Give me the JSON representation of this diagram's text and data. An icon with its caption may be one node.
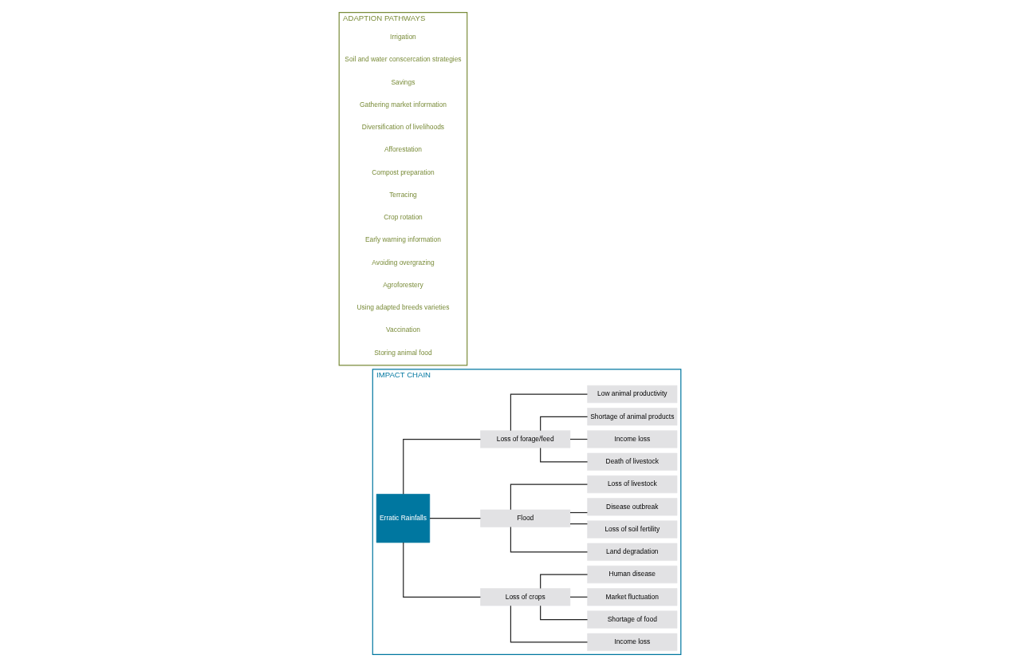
{
  "diagram": {
    "nodes": [
      {
        "text": [
          "IMPACT CHAIN"
        ]
      },
      {
        "text": [
          "Erratic Rainfalls"
        ],
        "in": 0
      },
      {
        "text": [
          "Loss of crops"
        ],
        "in": 0
      },
      {
        "text": [
          "Income loss"
        ],
        "in": 0
      },
      {
        "text": [
          "Shortage of food"
        ],
        "in": 0
      },
      {
        "text": [
          "Market fluctuation"
        ],
        "in": 0
      },
      {
        "text": [
          "Human disease"
        ],
        "in": 0
      },
      {
        "text": [
          "Flood"
        ],
        "in": 0
      },
      {
        "text": [
          "Land degradation"
        ],
        "in": 0
      },
      {
        "text": [
          "Loss of soil fertility"
        ],
        "in": 0
      },
      {
        "text": [
          "Disease outbreak"
        ],
        "in": 0
      },
      {
        "text": [
          "Loss of livestock"
        ],
        "in": 0
      },
      {
        "text": [
          "Loss of forage/feed"
        ],
        "in": 0
      },
      {
        "text": [
          "Death of livestock"
        ],
        "in": 0
      },
      {
        "text": [
          "Income loss"
        ],
        "in": 0
      },
      {
        "text": [
          "Shortage of animal products"
        ],
        "in": 0
      },
      {
        "text": [
          "Low animal productivity"
        ],
        "in": 0
      },
      {
        "text": [
          "ADAPTION PATHWAYS"
        ]
      },
      {
        "text": [
          "Irrigation"
        ],
        "in": 17
      },
      {
        "text": [
          "Soil and water conscercation strategies"
        ],
        "in": 17
      },
      {
        "text": [
          "Savings"
        ],
        "in": 17
      },
      {
        "text": [
          "Gathering market information"
        ],
        "in": 17
      },
      {
        "text": [
          "Diversification of livelihoods"
        ],
        "in": 17
      },
      {
        "text": [
          "Afforestation"
        ],
        "in": 17
      },
      {
        "text": [
          "Compost preparation"
        ],
        "in": 17
      },
      {
        "text": [
          "Terracing"
        ],
        "in": 17
      },
      {
        "text": [
          "Crop rotation"
        ],
        "in": 17
      },
      {
        "text": [
          "Early warning information"
        ],
        "in": 17
      },
      {
        "text": [
          "Avoiding overgrazing"
        ],
        "in": 17
      },
      {
        "text": [
          "Agroforestery"
        ],
        "in": 17
      },
      {
        "text": [
          "Using adapted breeds varieties"
        ],
        "in": 17
      },
      {
        "text": [
          "Vaccination"
        ],
        "in": 17
      },
      {
        "text": [
          "Storing animal food"
        ],
        "in": 17
      }
    ],
    "edges": [
      {
        "from": 1,
        "to": 2,
        "arrow": "none"
      },
      {
        "from": 1,
        "to": 7,
        "arrow": "none"
      },
      {
        "from": 1,
        "to": 12,
        "arrow": "none"
      },
      {
        "from": 2,
        "to": 3,
        "arrow": "none"
      },
      {
        "from": 2,
        "to": 4,
        "arrow": "none"
      },
      {
        "from": 2,
        "to": 5,
        "arrow": "none"
      },
      {
        "from": 2,
        "to": 6,
        "arrow": "none"
      },
      {
        "from": 7,
        "to": 8,
        "arrow": "none"
      },
      {
        "from": 7,
        "to": 9,
        "arrow": "none"
      },
      {
        "from": 7,
        "to": 10,
        "arrow": "none"
      },
      {
        "from": 7,
        "to": 11,
        "arrow": "none"
      },
      {
        "from": 12,
        "to": 13,
        "arrow": "none"
      },
      {
        "from": 12,
        "to": 14,
        "arrow": "none"
      },
      {
        "from": 12,
        "to": 15,
        "arrow": "none"
      },
      {
        "from": 12,
        "to": 16,
        "arrow": "none"
      }
    ]
  }
}
